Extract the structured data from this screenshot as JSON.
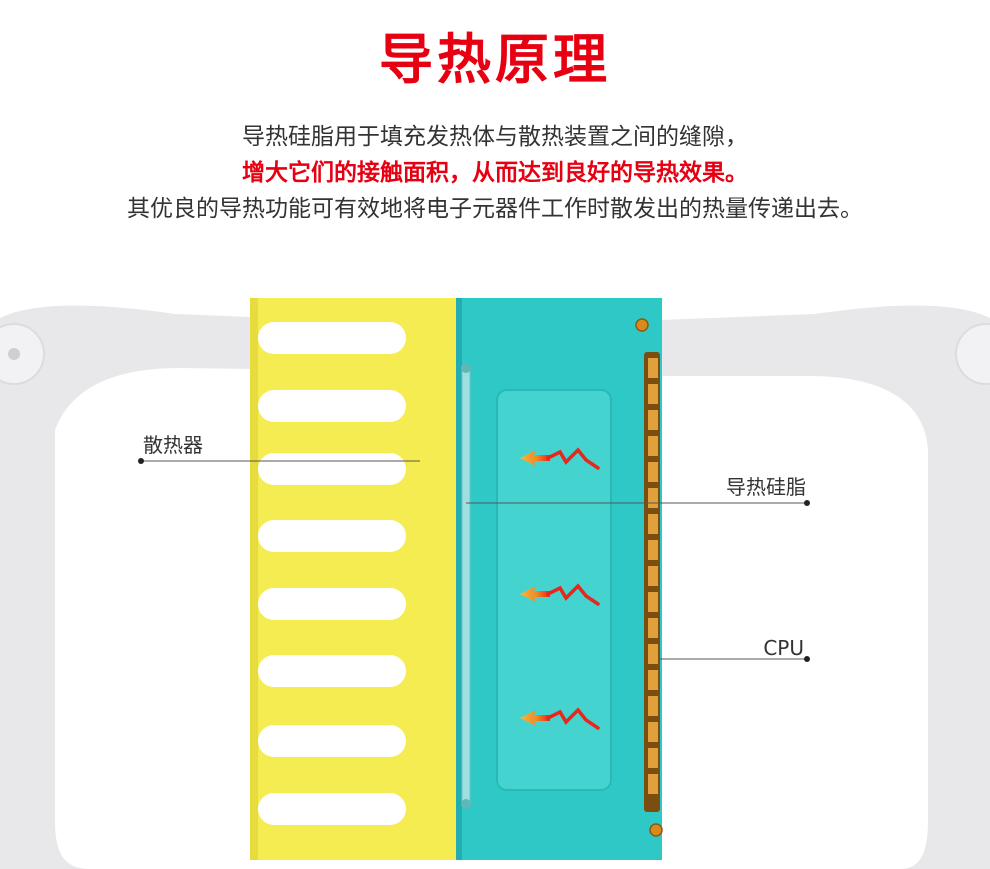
{
  "title": "导热原理",
  "description": {
    "line1": "导热硅脂用于填充发热体与散热装置之间的缝隙，",
    "line2": "增大它们的接触面积，从而达到良好的导热效果。",
    "line3": "其优良的导热功能可有效地将电子元器件工作时散发出的热量传递出去。"
  },
  "labels": {
    "heatsink": "散热器",
    "thermal_paste": "导热硅脂",
    "cpu": "CPU"
  },
  "colors": {
    "title": "#e60012",
    "highlight": "#e60012",
    "heatsink": "#f5ec52",
    "paste": "#2ec9c6",
    "cpu_pins": "#d98a1c",
    "frame": "#e8e8ea"
  },
  "icons": [
    "heat-arrow-icon"
  ]
}
